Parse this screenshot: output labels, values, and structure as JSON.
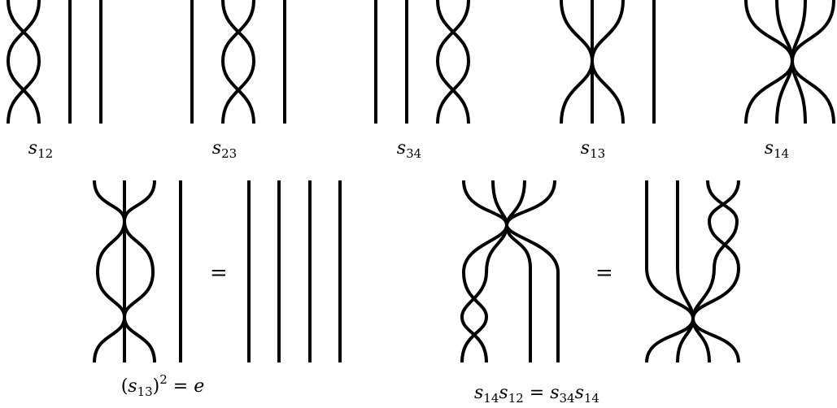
{
  "labels": {
    "s12": {
      "base": "s",
      "sub": "12"
    },
    "s23": {
      "base": "s",
      "sub": "23"
    },
    "s34": {
      "base": "s",
      "sub": "34"
    },
    "s13": {
      "base": "s",
      "sub": "13"
    },
    "s14": {
      "base": "s",
      "sub": "14"
    }
  },
  "relation1": {
    "open": "(",
    "base": "s",
    "sub": "13",
    "close": ")",
    "sup": "2",
    "rhs": " = e"
  },
  "relation2": {
    "a": "s",
    "a_sub": "14",
    "b": "s",
    "b_sub": "12",
    "eq": " = ",
    "c": "s",
    "c_sub": "34",
    "d": "s",
    "d_sub": "14"
  },
  "equals": "="
}
